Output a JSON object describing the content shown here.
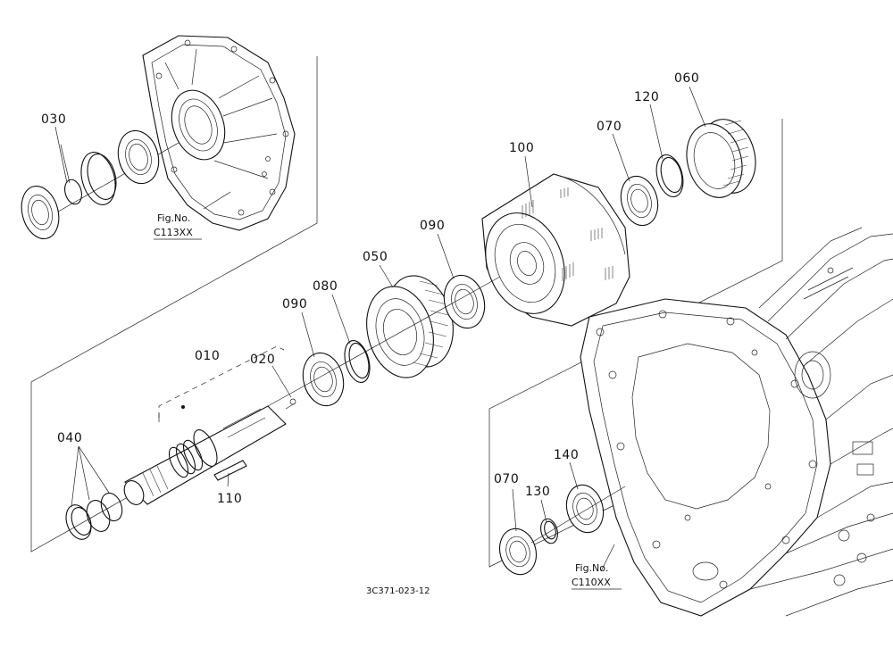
{
  "callouts": {
    "p030": "030",
    "p040": "040",
    "p010": "010",
    "p020": "020",
    "p110": "110",
    "p090a": "090",
    "p080": "080",
    "p050": "050",
    "p090b": "090",
    "p100": "100",
    "p070a": "070",
    "p120": "120",
    "p060": "060",
    "p070b": "070",
    "p130": "130",
    "p140": "140"
  },
  "figrefs": {
    "upper": {
      "label": "Fig.No.",
      "code": "C113XX"
    },
    "lower": {
      "label": "Fig.No.",
      "code": "C110XX"
    }
  },
  "drawing_code": "3C371-023-12"
}
